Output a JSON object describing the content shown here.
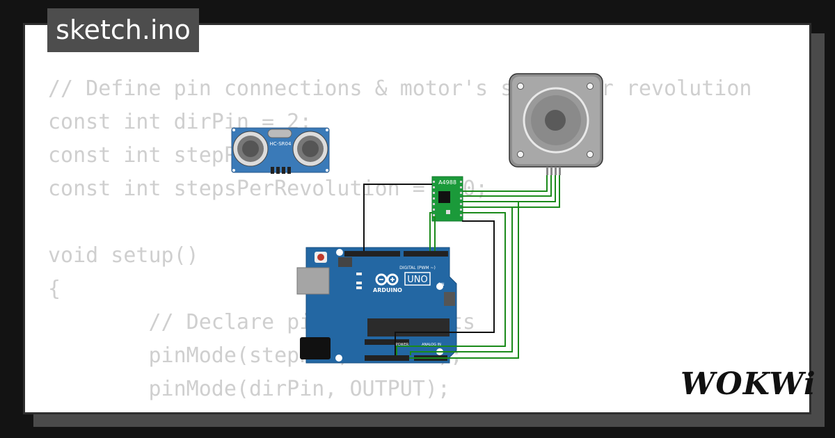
{
  "file_tab": {
    "label": "sketch.ino"
  },
  "code_lines": [
    "// Define pin connections & motor's steps per revolution",
    "const int dirPin = 2;",
    "const int stepPin = 3;",
    "const int stepsPerRevolution = 200;",
    "",
    "void setup()",
    "{",
    "        // Declare pins as Outputs",
    "        pinMode(stepPin, OUTPUT);",
    "        pinMode(dirPin, OUTPUT);",
    "}"
  ],
  "components": {
    "ultrasonic_sensor": {
      "label": "HC-SR04"
    },
    "driver": {
      "label": "A4988"
    },
    "arduino": {
      "brand": "ARDUINO",
      "model": "UNO",
      "digital_label": "DIGITAL (PWM ~)",
      "analog_label": "ANALOG IN",
      "power_label": "POWER",
      "on_label": "ON"
    }
  },
  "brand": {
    "logo_text": "WOKWi"
  },
  "colors": {
    "wire_green": "#1a8a1a",
    "wire_black": "#111111",
    "board_blue": "#2367a3",
    "driver_green": "#1b9a3a"
  }
}
